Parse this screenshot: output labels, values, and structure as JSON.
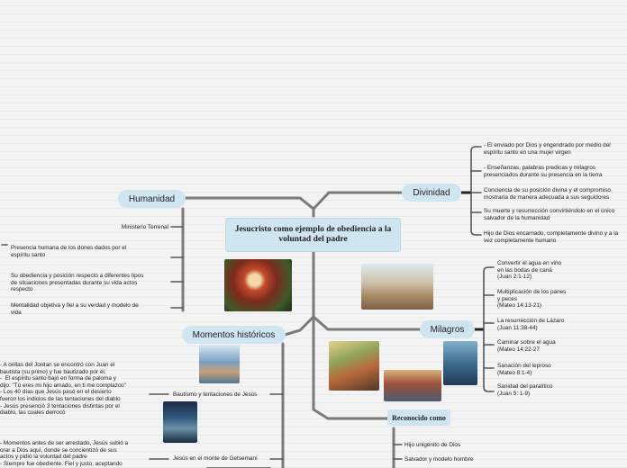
{
  "central_title": "Jesucristo como ejemplo de obediencia a la voluntad del padre",
  "branches": {
    "humanidad": {
      "label": "Humanidad",
      "items": [
        "Ministerio Terrenal",
        "Presencia humana de los dones dados por el\nespíritu santo",
        "Su obediencia y posición respecto a diferentes tipos\nde situaciones presentadas durante su vida actos\nrespecto",
        "Mentalidad objetiva y fiel a su verdad y modelo de\nvida"
      ]
    },
    "divinidad": {
      "label": "Divinidad",
      "items": [
        "- El enviado por Dios y engendrado por medio del\nespíritu santo en una mujer virgen",
        "- Enseñanzas, palabras predicas y milagros\npresenciados durante su presencia en la tierra",
        "Conciencia de su posición divina y el compromiso\nmostraría de manera adecuada a sus seguidores",
        "Su muerte y resurrección convirtiéndolo en el único\nsalvador de la humanidad",
        "Hijo de Dios encarnado, completamente divino y a la\nvez completamente humano"
      ]
    },
    "milagros": {
      "label": "Milagros",
      "items": [
        "Convertir el agua en vino\nen las bodas de caná\n(Juan 2:1-12)",
        "Multiplicación de los panes\ny peces\n(Mateo 14:13-21)",
        "La resurrección de Lázaro\n(Juan 11:38-44)",
        "Caminar sobre el agua\n(Mateo 14:22-27",
        "Sanación del leproso\n(Mateo 8:1-4)",
        "Sanidad del paralítico\n(Juan 5: 1-9)"
      ]
    },
    "momentos": {
      "label": "Momentos históricos",
      "items": [
        "Bautismo y tentaciones de Jesús",
        "Jesús en el monte de Getsemaní"
      ],
      "bautismo_notes": "- A orillas del Jordan se encontró con Juan el\nbautista (su primo) y fue bautizado por él.\n-  El espíritu santo bajó en forma de paloma y\ndijo: \"Tú eres mi hijo amado, en ti me complazco\"\n- Los 40 días que Jesús pasó en el desierto\nfueron los indicios de las tentaciones del diablo\n- Jesús presenció 3 tentaciones distintas por el\ndiablo, las cuales derrocó",
      "getsemani_notes": "- Momentos antes de ser arrestado, Jesús subió a\norar a Dios aquí, donde se concientizó de sus\nactos y pidió la voluntad del padre\n- Siempre fue obediente. Fiel y justo, aceptando"
    },
    "reconocido": {
      "label": "Reconocido como",
      "items": [
        "Hijo unigénito de Dios",
        "Salvador y modelo hombre"
      ]
    }
  },
  "colors": {
    "node_fill": "#cfe6f1",
    "connector": "#6a6a6a",
    "central_border": "#cfe6f1",
    "background": "#f3f3f3"
  }
}
